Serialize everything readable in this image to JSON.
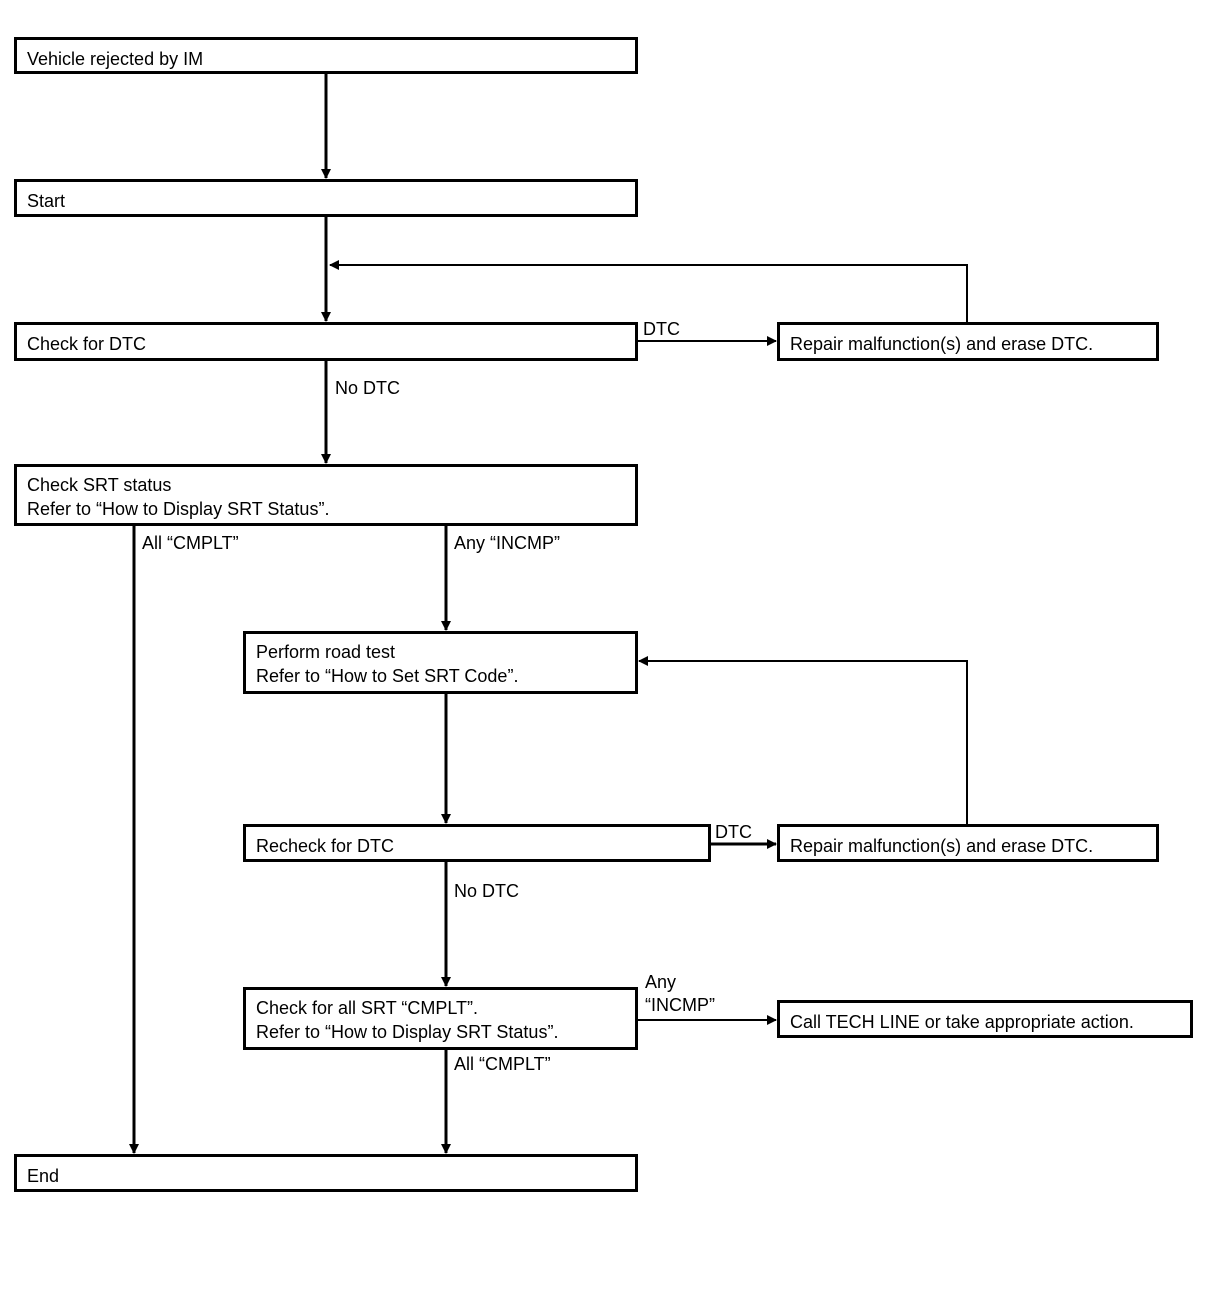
{
  "flowchart": {
    "boxes": {
      "vehicle_rejected": {
        "text": "Vehicle rejected by IM"
      },
      "start": {
        "text": "Start"
      },
      "check_dtc": {
        "text": "Check for DTC"
      },
      "repair_1": {
        "text": "Repair malfunction(s) and erase DTC."
      },
      "check_srt": {
        "line1": "Check SRT status",
        "line2": "Refer to “How to Display SRT Status”."
      },
      "road_test": {
        "line1": "Perform road test",
        "line2": "Refer to “How to Set SRT Code”."
      },
      "recheck_dtc": {
        "text": "Recheck for DTC"
      },
      "repair_2": {
        "text": "Repair malfunction(s) and erase DTC."
      },
      "check_all_srt": {
        "line1": "Check for all SRT “CMPLT”.",
        "line2": "Refer to “How to Display SRT Status”."
      },
      "call_tech_line": {
        "text": "Call TECH LINE or take appropriate action."
      },
      "end": {
        "text": "End"
      }
    },
    "labels": {
      "dtc_1": "DTC",
      "no_dtc_1": "No DTC",
      "all_cmplt_1": "All “CMPLT”",
      "any_incmp_1": "Any “INCMP”",
      "dtc_2": "DTC",
      "no_dtc_2": "No DTC",
      "any_incmp_2_line1": "Any",
      "any_incmp_2_line2": "“INCMP”",
      "all_cmplt_2": "All “CMPLT”"
    }
  }
}
